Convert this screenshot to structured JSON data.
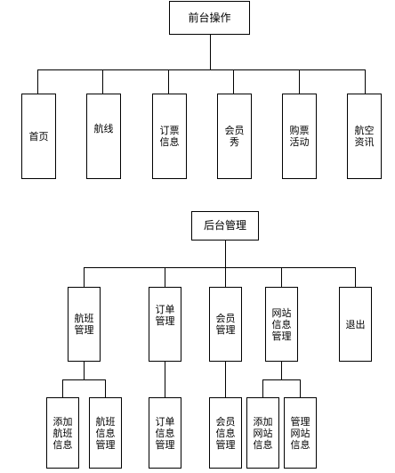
{
  "front": {
    "root": "前台操作",
    "children": [
      "首页",
      "航线",
      "订票\n信息",
      "会员\n秀",
      "购票\n活动",
      "航空\n资讯"
    ]
  },
  "back": {
    "root": "后台管理",
    "children": [
      "航班\n管理",
      "订单\n管理",
      "会员\n管理",
      "网站\n信息\n管理",
      "退出"
    ],
    "grandchildren": [
      "添加\n航班\n信息",
      "航班\n信息\n管理",
      "订单\n信息\n管理",
      "会员\n信息\n管理",
      "添加\n网站\n信息",
      "管理\n网站\n信息"
    ]
  }
}
